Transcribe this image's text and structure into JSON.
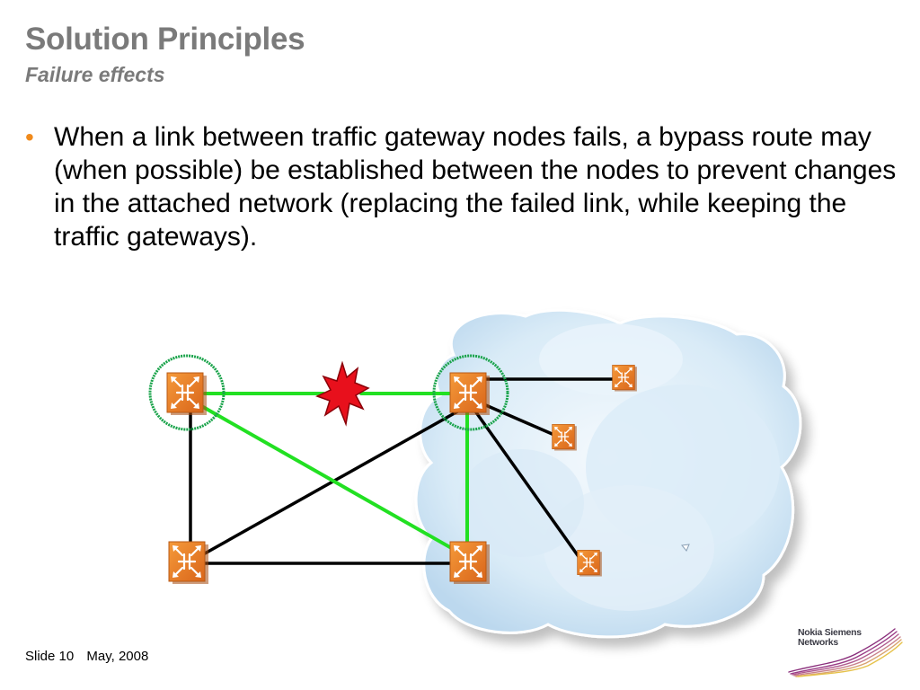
{
  "slide": {
    "title": "Solution Principles",
    "subtitle": "Failure effects",
    "bullet_symbol": "•",
    "bullet_text": "When a link between traffic gateway nodes fails, a bypass route may (when possible) be established between the nodes to prevent changes in the attached network (replacing the failed link, while keeping the traffic gateways)."
  },
  "footer": {
    "slide_number": "Slide 10",
    "date": "May, 2008"
  },
  "logo": {
    "line1": "Nokia Siemens",
    "line2": "Networks"
  },
  "diagram": {
    "nodes": [
      {
        "id": "gw-left",
        "role": "traffic-gateway",
        "highlighted": true
      },
      {
        "id": "gw-right",
        "role": "traffic-gateway",
        "highlighted": true
      },
      {
        "id": "node-bottom-left",
        "role": "node",
        "highlighted": false
      },
      {
        "id": "node-bottom-right",
        "role": "node",
        "highlighted": false
      },
      {
        "id": "cloud-node-1",
        "role": "attached-network-node",
        "highlighted": false
      },
      {
        "id": "cloud-node-2",
        "role": "attached-network-node",
        "highlighted": false
      },
      {
        "id": "cloud-node-3",
        "role": "attached-network-node",
        "highlighted": false
      }
    ],
    "links": [
      {
        "from": "gw-left",
        "to": "gw-right",
        "status": "failed"
      },
      {
        "from": "gw-left",
        "to": "node-bottom-right",
        "status": "bypass"
      },
      {
        "from": "node-bottom-right",
        "to": "gw-right",
        "status": "bypass"
      },
      {
        "from": "gw-left",
        "to": "node-bottom-left",
        "status": "normal"
      },
      {
        "from": "node-bottom-left",
        "to": "gw-right",
        "status": "normal"
      },
      {
        "from": "node-bottom-left",
        "to": "node-bottom-right",
        "status": "normal"
      },
      {
        "from": "gw-right",
        "to": "cloud-node-1",
        "status": "normal"
      },
      {
        "from": "gw-right",
        "to": "cloud-node-2",
        "status": "normal"
      },
      {
        "from": "gw-right",
        "to": "cloud-node-3",
        "status": "normal"
      }
    ],
    "colors": {
      "bypass_link": "#22e022",
      "normal_link": "#000000",
      "gateway_ring": "#19a34a",
      "node_fill": "#ee7a1e",
      "failure_burst": "#e8101c",
      "cloud": "#d6e9f6"
    },
    "failure_icon": "explosion-burst-icon"
  }
}
